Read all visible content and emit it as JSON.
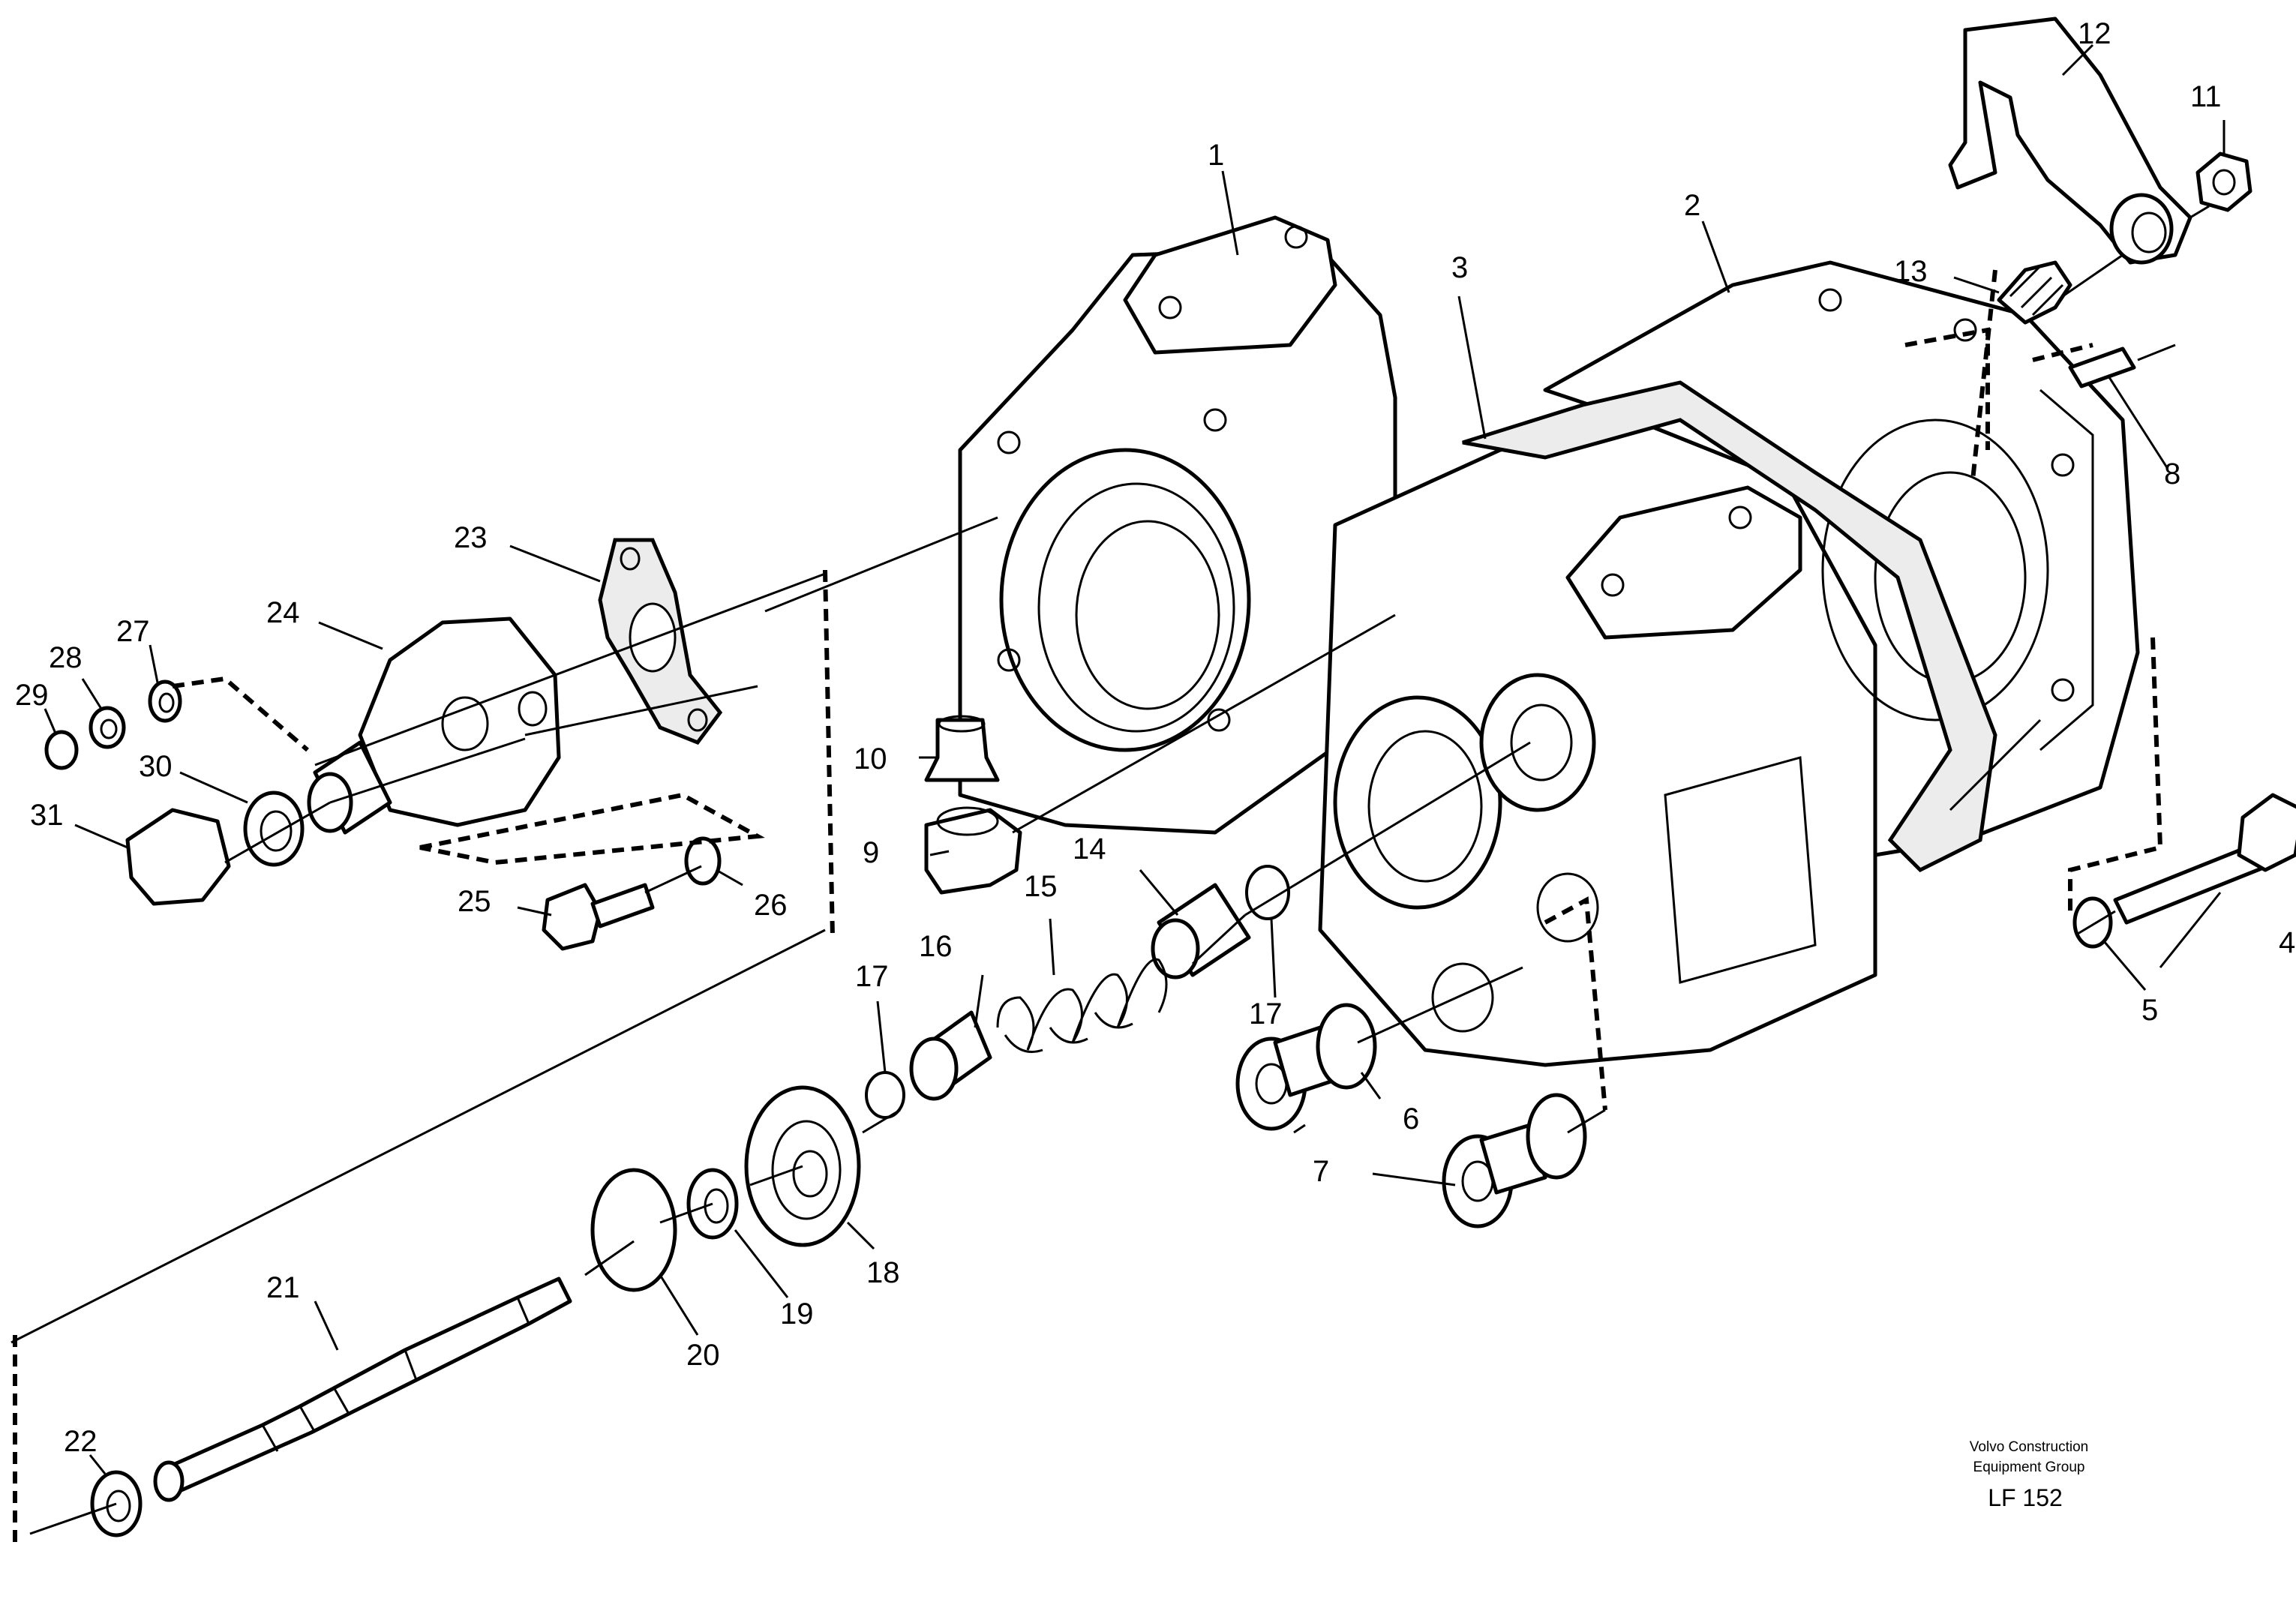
{
  "callouts": [
    {
      "id": "1",
      "label": "1"
    },
    {
      "id": "2",
      "label": "2"
    },
    {
      "id": "3",
      "label": "3"
    },
    {
      "id": "4",
      "label": "4"
    },
    {
      "id": "5",
      "label": "5"
    },
    {
      "id": "6",
      "label": "6"
    },
    {
      "id": "7",
      "label": "7"
    },
    {
      "id": "8",
      "label": "8"
    },
    {
      "id": "9",
      "label": "9"
    },
    {
      "id": "10",
      "label": "10"
    },
    {
      "id": "11",
      "label": "11"
    },
    {
      "id": "12",
      "label": "12"
    },
    {
      "id": "13",
      "label": "13"
    },
    {
      "id": "14",
      "label": "14"
    },
    {
      "id": "15",
      "label": "15"
    },
    {
      "id": "16",
      "label": "16"
    },
    {
      "id": "17a",
      "label": "17"
    },
    {
      "id": "17b",
      "label": "17"
    },
    {
      "id": "18",
      "label": "18"
    },
    {
      "id": "19",
      "label": "19"
    },
    {
      "id": "20",
      "label": "20"
    },
    {
      "id": "21",
      "label": "21"
    },
    {
      "id": "22",
      "label": "22"
    },
    {
      "id": "23",
      "label": "23"
    },
    {
      "id": "24",
      "label": "24"
    },
    {
      "id": "25",
      "label": "25"
    },
    {
      "id": "26",
      "label": "26"
    },
    {
      "id": "27",
      "label": "27"
    },
    {
      "id": "28",
      "label": "28"
    },
    {
      "id": "29",
      "label": "29"
    },
    {
      "id": "30",
      "label": "30"
    },
    {
      "id": "31",
      "label": "31"
    }
  ],
  "credit": {
    "line1": "Volvo Construction",
    "line2": "Equipment Group",
    "code": "LF 152"
  }
}
